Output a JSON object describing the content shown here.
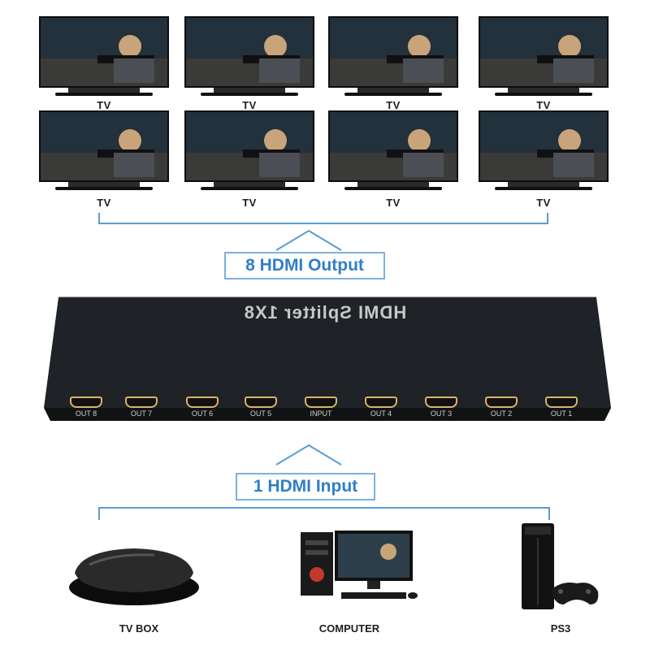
{
  "tvs": {
    "label": "TV",
    "row1": [
      "TV",
      "TV",
      "TV",
      "TV"
    ],
    "row2": [
      "TV",
      "TV",
      "TV",
      "TV"
    ]
  },
  "output_callout": "8 HDMI Output",
  "input_callout": "1 HDMI Input",
  "splitter": {
    "brand": "HDMI Splitter 1X8",
    "ports": [
      "OUT 8",
      "OUT 7",
      "OUT 6",
      "OUT 5",
      "INPUT",
      "OUT 4",
      "OUT 3",
      "OUT 2",
      "OUT 1"
    ]
  },
  "devices": [
    "TV BOX",
    "COMPUTER",
    "PS3"
  ],
  "colors": {
    "accent": "#2f7fc6",
    "bracket": "#5a9bd5",
    "device_body": "#1f2226"
  }
}
